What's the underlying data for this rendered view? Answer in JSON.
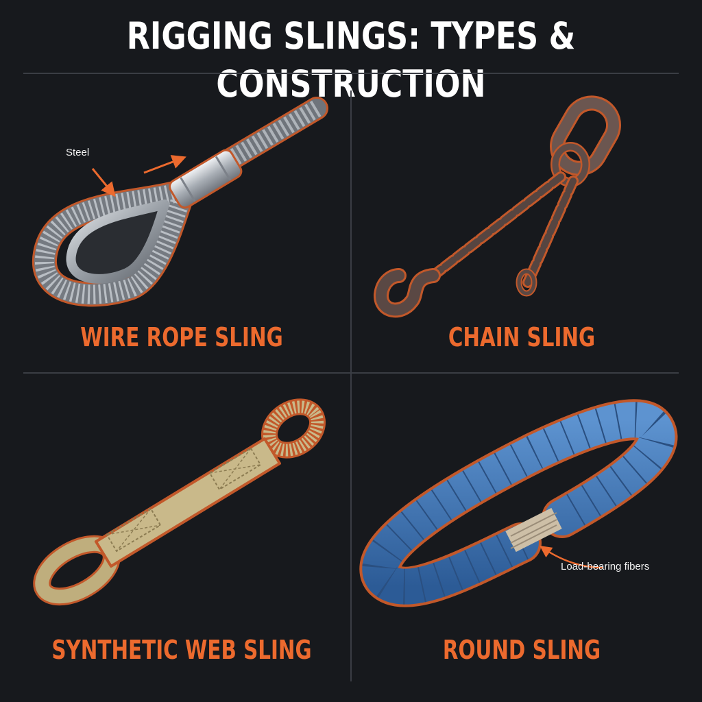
{
  "title": "RIGGING SLINGS: TYPES & CONSTRUCTION",
  "panels": [
    {
      "label": "WIRE ROPE SLING",
      "callout": "Steel"
    },
    {
      "label": "CHAIN SLING"
    },
    {
      "label": "SYNTHETIC WEB SLING"
    },
    {
      "label": "ROUND SLING",
      "callout": "Load-bearing fibers"
    }
  ],
  "colors": {
    "background": "#17191d",
    "accent": "#ec6a2e",
    "title": "#ffffff",
    "round_sling_cover": "#3f78b8",
    "webbing": "#c9b98a",
    "steel": "#b8bcc2",
    "chain": "#5a4a45"
  }
}
